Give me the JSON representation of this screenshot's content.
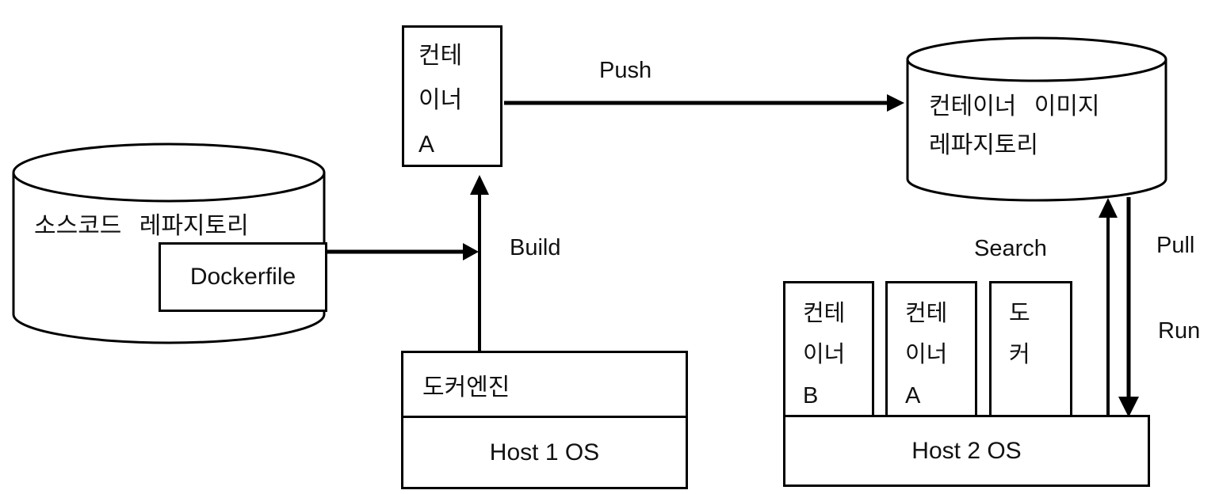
{
  "diagram": {
    "title": "Docker build / push / pull workflow diagram",
    "colors": {
      "stroke": "#000000",
      "background": "#ffffff",
      "text": "#111111"
    },
    "nodes": {
      "source_repo": {
        "label": "소스코드 레파지토리",
        "shape": "cylinder"
      },
      "dockerfile": {
        "label": "Dockerfile",
        "shape": "rect"
      },
      "container_a": {
        "lines": [
          "컨테",
          "이너",
          "A"
        ],
        "shape": "rect"
      },
      "image_repo": {
        "lines": [
          "컨테이너 이미지",
          "레파지토리"
        ],
        "shape": "cylinder"
      },
      "docker_engine": {
        "label": "도커엔진",
        "shape": "rect"
      },
      "host1": {
        "label": "Host 1 OS",
        "shape": "rect"
      },
      "container_b_host2": {
        "lines": [
          "컨테",
          "이너",
          "B"
        ],
        "shape": "rect"
      },
      "container_a_host2": {
        "lines": [
          "컨테",
          "이너",
          "A"
        ],
        "shape": "rect"
      },
      "docker_host2": {
        "lines": [
          "도",
          "커"
        ],
        "shape": "rect"
      },
      "host2": {
        "label": "Host 2 OS",
        "shape": "rect"
      }
    },
    "edges": {
      "build": "Build",
      "push": "Push",
      "search": "Search",
      "pull": "Pull",
      "run": "Run"
    }
  }
}
